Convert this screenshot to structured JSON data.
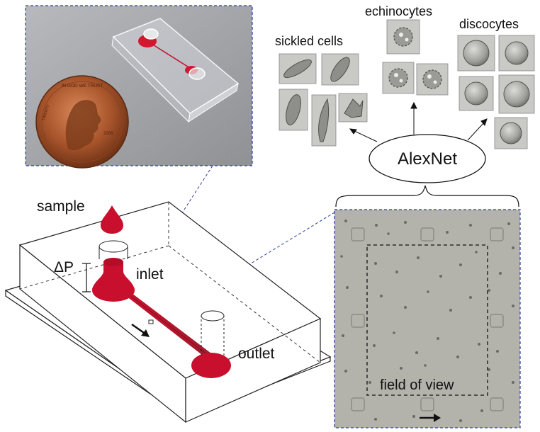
{
  "labels": {
    "sample": "sample",
    "delta_p": "ΔP",
    "inlet": "inlet",
    "outlet": "outlet",
    "alexnet": "AlexNet",
    "echinocytes": "echinocytes",
    "sickled_cells": "sickled cells",
    "discocytes": "discocytes",
    "field_of_view": "field of view"
  },
  "coin_text": {
    "motto": "IN GOD WE TRUST",
    "liberty": "LIBERTY",
    "year": "2006"
  },
  "colors": {
    "blood_red": "#c8102e",
    "dashed_link": "#2b3f9e",
    "photo_background": "#a7a9ad",
    "field_background": "#b3b2ab",
    "cell_tile_background": "#c9c9c6",
    "copper": "#a9552c"
  },
  "icons": {
    "drop": "blood-drop-icon",
    "flow_arrow": "arrow-right-icon"
  }
}
